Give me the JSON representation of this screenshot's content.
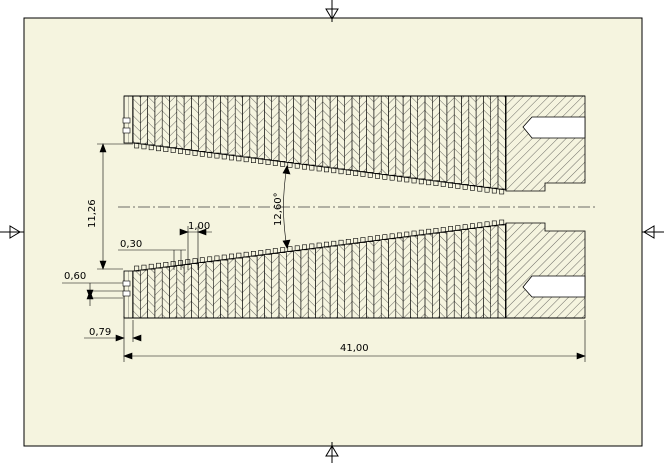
{
  "colors": {
    "sheet_bg": "#f5f4df",
    "outer_bg": "#ffffff",
    "line": "#000000",
    "hatch": "#303030",
    "centerline": "#404040"
  },
  "icons": {
    "top_marker": "triangle-down-icon",
    "bottom_marker": "triangle-up-icon",
    "left_marker": "triangle-right-icon",
    "right_marker": "triangle-left-icon"
  },
  "dimensions": {
    "overall_length": "41,00",
    "pitch": "1,00",
    "tooth_depth": "0,30",
    "entry_offset": "0,60",
    "step_width": "0,79",
    "bore_diameter": "11,26",
    "taper_angle": "12,60°"
  }
}
